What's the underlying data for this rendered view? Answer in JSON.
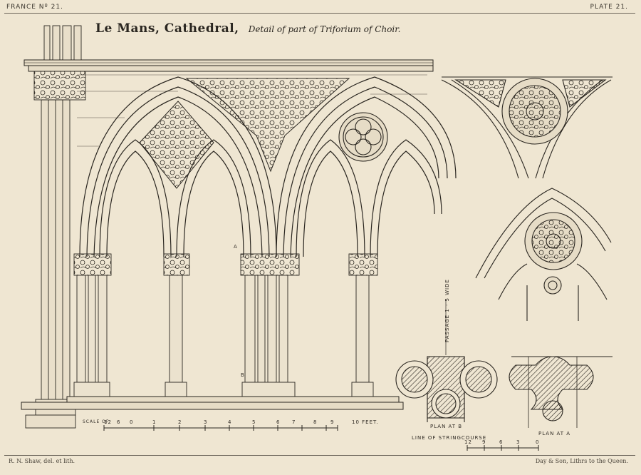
{
  "header": {
    "series": "FRANCE  Nº 21.",
    "plate": "PLATE  21.",
    "title": "Le Mans, Cathedral,",
    "subtitle": "Detail of part of Triforium of Choir."
  },
  "labels": {
    "point_a": "A",
    "point_b": "B",
    "passage": "PASSAGE  1 · 5  WIDE",
    "plan_b": "PLAN AT B",
    "plan_a": "PLAN AT A",
    "stringcourse": "LINE OF STRINGCOURSE"
  },
  "scale_main": {
    "prefix": "SCALE OF",
    "ticks": [
      "12",
      "6",
      "0",
      "1",
      "2",
      "3",
      "4",
      "5",
      "6",
      "7",
      "8",
      "9"
    ],
    "suffix": "10 FEET."
  },
  "scale_small": {
    "ticks": [
      "12",
      "9",
      "6",
      "3",
      "0"
    ]
  },
  "footer": {
    "left": "R. N. Shaw, del. et lith.",
    "right": "Day & Son, Lithrs to the Queen."
  },
  "colors": {
    "paper": "#efe6d2",
    "ink": "#2a2620",
    "shade": "#b8ae9c"
  }
}
